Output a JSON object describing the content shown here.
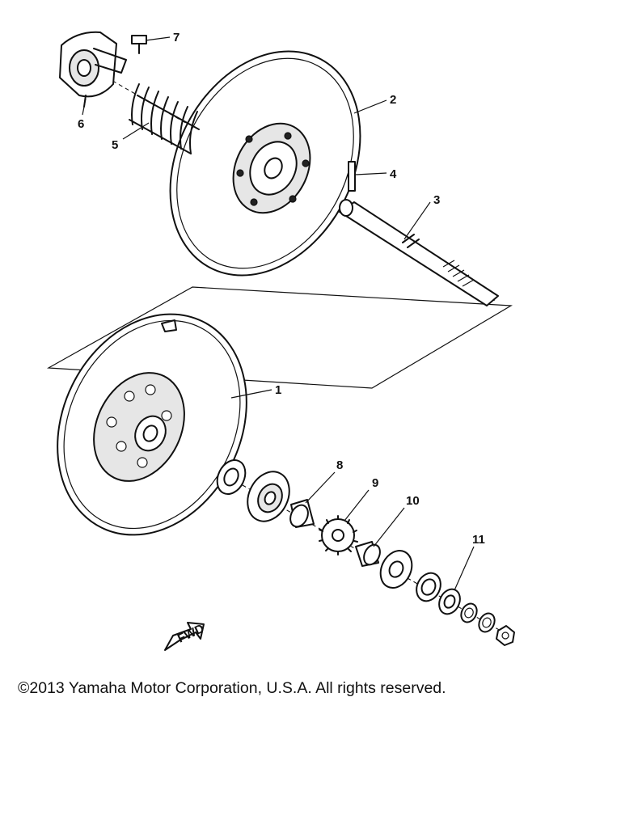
{
  "callouts": [
    "1",
    "2",
    "3",
    "4",
    "5",
    "6",
    "7",
    "8",
    "9",
    "10",
    "11"
  ],
  "direction_label": "FWD",
  "copyright": "©2013 Yamaha Motor Corporation, U.S.A. All rights reserved."
}
